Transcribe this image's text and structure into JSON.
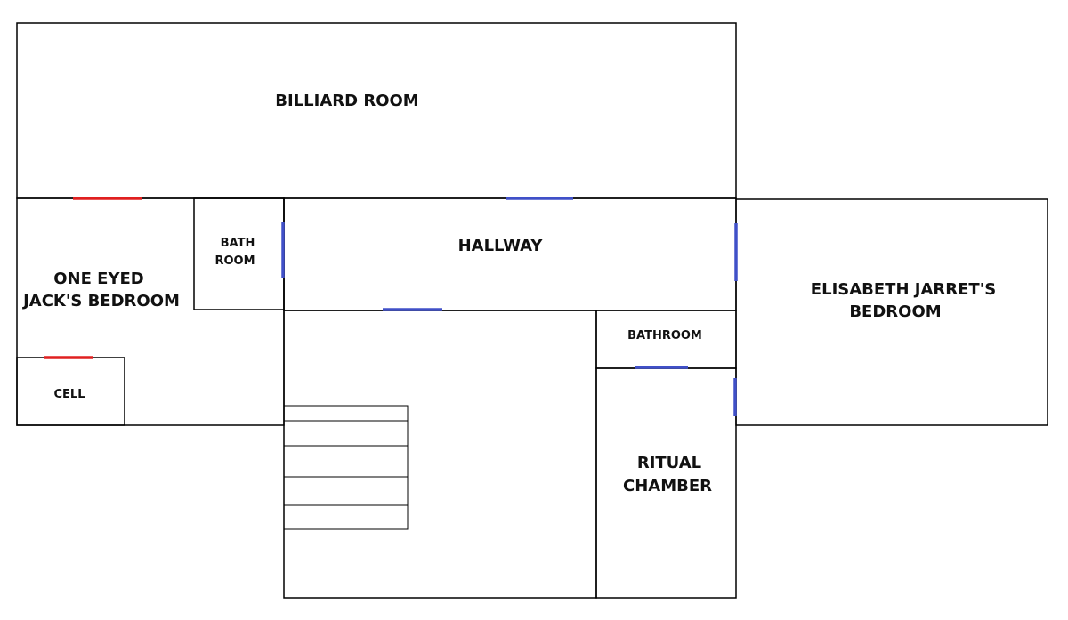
{
  "colors": {
    "wall": "#000000",
    "door_open": "#4050c8",
    "door_locked": "#e02020",
    "background": "#ffffff"
  },
  "rooms": {
    "billiard_room": "BILLIARD ROOM",
    "hallway": "HALLWAY",
    "bath_room": {
      "line1": "BATH",
      "line2": "ROOM"
    },
    "one_eyed_jacks_bedroom": {
      "line1": "ONE EYED",
      "line2": "JACK'S BEDROOM"
    },
    "cell": "CELL",
    "elisabeth_bedroom": {
      "line1": "ELISABETH JARRET'S",
      "line2": "BEDROOM"
    },
    "bathroom": "BATHROOM",
    "ritual_chamber": {
      "line1": "RITUAL",
      "line2": "CHAMBER"
    }
  },
  "doors": [
    {
      "between": "billiard-room/one-eyed-jacks-bedroom",
      "state": "red"
    },
    {
      "between": "billiard-room/hallway",
      "state": "blue"
    },
    {
      "between": "hallway/bath-room",
      "state": "blue"
    },
    {
      "between": "hallway/stairwell",
      "state": "blue"
    },
    {
      "between": "hallway/elisabeth-bedroom",
      "state": "blue"
    },
    {
      "between": "bathroom/ritual-chamber",
      "state": "blue"
    },
    {
      "between": "ritual-chamber/elisabeth-bedroom",
      "state": "blue"
    },
    {
      "between": "one-eyed-jacks-bedroom/cell",
      "state": "red"
    }
  ],
  "stairs": {
    "steps": 5
  }
}
